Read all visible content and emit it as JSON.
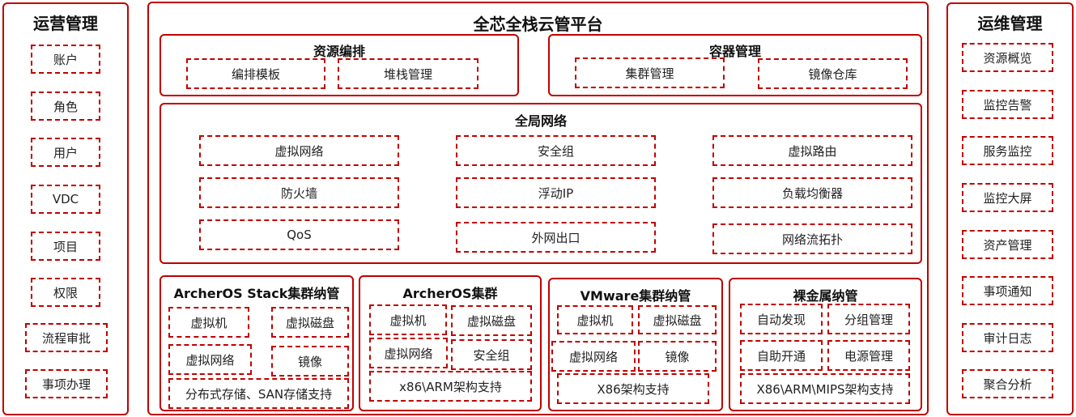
{
  "left": {
    "title": "运营管理",
    "items": [
      "账户",
      "角色",
      "用户",
      "VDC",
      "项目",
      "权限",
      "流程审批",
      "事项办理"
    ]
  },
  "right": {
    "title": "运维管理",
    "items": [
      "资源概览",
      "监控告警",
      "服务监控",
      "监控大屏",
      "资产管理",
      "事项通知",
      "审计日志",
      "聚合分析"
    ]
  },
  "center": {
    "title": "全芯全栈云管平台",
    "orchestration": {
      "title": "资源编排",
      "items": [
        "编排模板",
        "堆栈管理"
      ]
    },
    "container": {
      "title": "容器管理",
      "items": [
        "集群管理",
        "镜像仓库"
      ]
    },
    "network": {
      "title": "全局网络",
      "items": [
        "虚拟网络",
        "安全组",
        "虚拟路由",
        "防火墙",
        "浮动IP",
        "负载均衡器",
        "QoS",
        "外网出口",
        "网络流拓扑"
      ]
    },
    "archeros_stack": {
      "title": "ArcherOS Stack集群纳管",
      "items": [
        "虚拟机",
        "虚拟磁盘",
        "虚拟网络",
        "镜像",
        "分布式存储、SAN存储支持"
      ]
    },
    "archeros": {
      "title": "ArcherOS集群",
      "items": [
        "虚拟机",
        "虚拟磁盘",
        "虚拟网络",
        "安全组",
        "x86\\ARM架构支持"
      ]
    },
    "vmware": {
      "title": "VMware集群纳管",
      "items": [
        "虚拟机",
        "虚拟磁盘",
        "虚拟网络",
        "镜像",
        "X86架构支持"
      ]
    },
    "baremetal": {
      "title": "裸金属纳管",
      "items": [
        "自动发现",
        "分组管理",
        "自助开通",
        "电源管理",
        "X86\\ARM\\MIPS架构支持"
      ]
    }
  }
}
